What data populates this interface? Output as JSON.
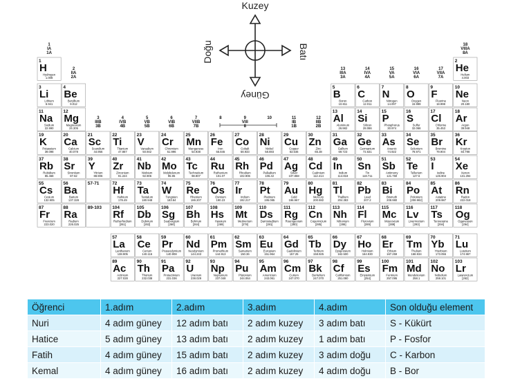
{
  "compass": {
    "north": "Kuzey",
    "south": "Güney",
    "east": "Batı",
    "west": "Doğu"
  },
  "group_labels": [
    {
      "col": 1,
      "lines": [
        "1",
        "IA",
        "1A"
      ]
    },
    {
      "col": 2,
      "lines": [
        "2",
        "IIA",
        "2A"
      ]
    },
    {
      "col": 3,
      "lines": [
        "3",
        "IIIB",
        "3B"
      ]
    },
    {
      "col": 4,
      "lines": [
        "4",
        "IVB",
        "4B"
      ]
    },
    {
      "col": 5,
      "lines": [
        "5",
        "VB",
        "5B"
      ]
    },
    {
      "col": 6,
      "lines": [
        "6",
        "VIB",
        "6B"
      ]
    },
    {
      "col": 7,
      "lines": [
        "7",
        "VIIB",
        "7B"
      ]
    },
    {
      "col": 8,
      "lines": [
        "8"
      ]
    },
    {
      "col": 9,
      "lines": [
        "9",
        "VIII",
        "8"
      ]
    },
    {
      "col": 10,
      "lines": [
        "10"
      ]
    },
    {
      "col": 11,
      "lines": [
        "11",
        "IB",
        "1B"
      ]
    },
    {
      "col": 12,
      "lines": [
        "12",
        "IIB",
        "2B"
      ]
    },
    {
      "col": 13,
      "lines": [
        "13",
        "IIIA",
        "3A"
      ]
    },
    {
      "col": 14,
      "lines": [
        "14",
        "IVA",
        "4A"
      ]
    },
    {
      "col": 15,
      "lines": [
        "15",
        "VA",
        "5A"
      ]
    },
    {
      "col": 16,
      "lines": [
        "16",
        "VIA",
        "6A"
      ]
    },
    {
      "col": 17,
      "lines": [
        "17",
        "VIIA",
        "7A"
      ]
    },
    {
      "col": 18,
      "lines": [
        "18",
        "VIIIA",
        "8A"
      ]
    }
  ],
  "placeholders": [
    {
      "row": 6,
      "col": 3,
      "text": "57-71"
    },
    {
      "row": 7,
      "col": 3,
      "text": "89-103"
    }
  ],
  "elements": [
    {
      "n": 1,
      "s": "H",
      "name": "Hydrogen",
      "m": "1.008",
      "row": 1,
      "col": 1
    },
    {
      "n": 2,
      "s": "He",
      "name": "Helium",
      "m": "4.003",
      "row": 1,
      "col": 18
    },
    {
      "n": 3,
      "s": "Li",
      "name": "Lithium",
      "m": "6.941",
      "row": 2,
      "col": 1
    },
    {
      "n": 4,
      "s": "Be",
      "name": "Beryllium",
      "m": "9.012",
      "row": 2,
      "col": 2
    },
    {
      "n": 5,
      "s": "B",
      "name": "Boron",
      "m": "10.811",
      "row": 2,
      "col": 13
    },
    {
      "n": 6,
      "s": "C",
      "name": "Carbon",
      "m": "12.011",
      "row": 2,
      "col": 14
    },
    {
      "n": 7,
      "s": "N",
      "name": "Nitrogen",
      "m": "14.007",
      "row": 2,
      "col": 15
    },
    {
      "n": 8,
      "s": "O",
      "name": "Oxygen",
      "m": "15.999",
      "row": 2,
      "col": 16
    },
    {
      "n": 9,
      "s": "F",
      "name": "Fluorine",
      "m": "18.998",
      "row": 2,
      "col": 17
    },
    {
      "n": 10,
      "s": "Ne",
      "name": "Neon",
      "m": "20.180",
      "row": 2,
      "col": 18
    },
    {
      "n": 11,
      "s": "Na",
      "name": "Sodium",
      "m": "22.990",
      "row": 3,
      "col": 1
    },
    {
      "n": 12,
      "s": "Mg",
      "name": "Magnesium",
      "m": "24.305",
      "row": 3,
      "col": 2
    },
    {
      "n": 13,
      "s": "Al",
      "name": "Aluminum",
      "m": "26.982",
      "row": 3,
      "col": 13
    },
    {
      "n": 14,
      "s": "Si",
      "name": "Silicon",
      "m": "28.086",
      "row": 3,
      "col": 14
    },
    {
      "n": 15,
      "s": "P",
      "name": "Phosphorus",
      "m": "30.974",
      "row": 3,
      "col": 15
    },
    {
      "n": 16,
      "s": "S",
      "name": "Sulfur",
      "m": "32.066",
      "row": 3,
      "col": 16
    },
    {
      "n": 17,
      "s": "Cl",
      "name": "Chlorine",
      "m": "35.453",
      "row": 3,
      "col": 17
    },
    {
      "n": 18,
      "s": "Ar",
      "name": "Argon",
      "m": "39.948",
      "row": 3,
      "col": 18
    },
    {
      "n": 19,
      "s": "K",
      "name": "Potassium",
      "m": "39.098",
      "row": 4,
      "col": 1
    },
    {
      "n": 20,
      "s": "Ca",
      "name": "Calcium",
      "m": "40.078",
      "row": 4,
      "col": 2
    },
    {
      "n": 21,
      "s": "Sc",
      "name": "Scandium",
      "m": "44.956",
      "row": 4,
      "col": 3
    },
    {
      "n": 22,
      "s": "Ti",
      "name": "Titanium",
      "m": "47.867",
      "row": 4,
      "col": 4
    },
    {
      "n": 23,
      "s": "V",
      "name": "Vanadium",
      "m": "50.942",
      "row": 4,
      "col": 5
    },
    {
      "n": 24,
      "s": "Cr",
      "name": "Chromium",
      "m": "51.996",
      "row": 4,
      "col": 6
    },
    {
      "n": 25,
      "s": "Mn",
      "name": "Manganese",
      "m": "54.938",
      "row": 4,
      "col": 7
    },
    {
      "n": 26,
      "s": "Fe",
      "name": "Iron",
      "m": "55.845",
      "row": 4,
      "col": 8
    },
    {
      "n": 27,
      "s": "Co",
      "name": "Cobalt",
      "m": "58.933",
      "row": 4,
      "col": 9
    },
    {
      "n": 28,
      "s": "Ni",
      "name": "Nickel",
      "m": "58.693",
      "row": 4,
      "col": 10
    },
    {
      "n": 29,
      "s": "Cu",
      "name": "Copper",
      "m": "63.546",
      "row": 4,
      "col": 11
    },
    {
      "n": 30,
      "s": "Zn",
      "name": "Zinc",
      "m": "65.38",
      "row": 4,
      "col": 12
    },
    {
      "n": 31,
      "s": "Ga",
      "name": "Gallium",
      "m": "69.723",
      "row": 4,
      "col": 13
    },
    {
      "n": 32,
      "s": "Ge",
      "name": "Germanium",
      "m": "72.631",
      "row": 4,
      "col": 14
    },
    {
      "n": 33,
      "s": "As",
      "name": "Arsenic",
      "m": "74.922",
      "row": 4,
      "col": 15
    },
    {
      "n": 34,
      "s": "Se",
      "name": "Selenium",
      "m": "78.971",
      "row": 4,
      "col": 16
    },
    {
      "n": 35,
      "s": "Br",
      "name": "Bromine",
      "m": "79.904",
      "row": 4,
      "col": 17
    },
    {
      "n": 36,
      "s": "Kr",
      "name": "Krypton",
      "m": "84.798",
      "row": 4,
      "col": 18
    },
    {
      "n": 37,
      "s": "Rb",
      "name": "Rubidium",
      "m": "85.468",
      "row": 5,
      "col": 1
    },
    {
      "n": 38,
      "s": "Sr",
      "name": "Strontium",
      "m": "87.62",
      "row": 5,
      "col": 2
    },
    {
      "n": 39,
      "s": "Y",
      "name": "Yttrium",
      "m": "88.906",
      "row": 5,
      "col": 3
    },
    {
      "n": 40,
      "s": "Zr",
      "name": "Zirconium",
      "m": "91.224",
      "row": 5,
      "col": 4
    },
    {
      "n": 41,
      "s": "Nb",
      "name": "Niobium",
      "m": "92.906",
      "row": 5,
      "col": 5
    },
    {
      "n": 42,
      "s": "Mo",
      "name": "Molybdenum",
      "m": "95.95",
      "row": 5,
      "col": 6
    },
    {
      "n": 43,
      "s": "Tc",
      "name": "Technetium",
      "m": "98.907",
      "row": 5,
      "col": 7
    },
    {
      "n": 44,
      "s": "Ru",
      "name": "Ruthenium",
      "m": "101.07",
      "row": 5,
      "col": 8
    },
    {
      "n": 45,
      "s": "Rh",
      "name": "Rhodium",
      "m": "102.906",
      "row": 5,
      "col": 9
    },
    {
      "n": 46,
      "s": "Pd",
      "name": "Palladium",
      "m": "106.42",
      "row": 5,
      "col": 10
    },
    {
      "n": 47,
      "s": "Ag",
      "name": "Silver",
      "m": "107.868",
      "row": 5,
      "col": 11
    },
    {
      "n": 48,
      "s": "Cd",
      "name": "Cadmium",
      "m": "112.414",
      "row": 5,
      "col": 12
    },
    {
      "n": 49,
      "s": "In",
      "name": "Indium",
      "m": "114.818",
      "row": 5,
      "col": 13
    },
    {
      "n": 50,
      "s": "Sn",
      "name": "Tin",
      "m": "118.711",
      "row": 5,
      "col": 14
    },
    {
      "n": 51,
      "s": "Sb",
      "name": "Antimony",
      "m": "121.760",
      "row": 5,
      "col": 15
    },
    {
      "n": 52,
      "s": "Te",
      "name": "Tellurium",
      "m": "127.6",
      "row": 5,
      "col": 16
    },
    {
      "n": 53,
      "s": "I",
      "name": "Iodine",
      "m": "126.904",
      "row": 5,
      "col": 17
    },
    {
      "n": 54,
      "s": "Xe",
      "name": "Xenon",
      "m": "131.294",
      "row": 5,
      "col": 18
    },
    {
      "n": 55,
      "s": "Cs",
      "name": "Cesium",
      "m": "132.905",
      "row": 6,
      "col": 1
    },
    {
      "n": 56,
      "s": "Ba",
      "name": "Barium",
      "m": "137.328",
      "row": 6,
      "col": 2
    },
    {
      "n": 72,
      "s": "Hf",
      "name": "Hafnium",
      "m": "178.49",
      "row": 6,
      "col": 4
    },
    {
      "n": 73,
      "s": "Ta",
      "name": "Tantalum",
      "m": "180.948",
      "row": 6,
      "col": 5
    },
    {
      "n": 74,
      "s": "W",
      "name": "Tungsten",
      "m": "183.84",
      "row": 6,
      "col": 6
    },
    {
      "n": 75,
      "s": "Re",
      "name": "Rhenium",
      "m": "186.207",
      "row": 6,
      "col": 7
    },
    {
      "n": 76,
      "s": "Os",
      "name": "Osmium",
      "m": "190.23",
      "row": 6,
      "col": 8
    },
    {
      "n": 77,
      "s": "Ir",
      "name": "Iridium",
      "m": "192.217",
      "row": 6,
      "col": 9
    },
    {
      "n": 78,
      "s": "Pt",
      "name": "Platinum",
      "m": "195.085",
      "row": 6,
      "col": 10
    },
    {
      "n": 79,
      "s": "Au",
      "name": "Gold",
      "m": "196.967",
      "row": 6,
      "col": 11
    },
    {
      "n": 80,
      "s": "Hg",
      "name": "Mercury",
      "m": "200.592",
      "row": 6,
      "col": 12
    },
    {
      "n": 81,
      "s": "Tl",
      "name": "Thallium",
      "m": "204.383",
      "row": 6,
      "col": 13
    },
    {
      "n": 82,
      "s": "Pb",
      "name": "Lead",
      "m": "207.2",
      "row": 6,
      "col": 14
    },
    {
      "n": 83,
      "s": "Bi",
      "name": "Bismuth",
      "m": "208.980",
      "row": 6,
      "col": 15
    },
    {
      "n": 84,
      "s": "Po",
      "name": "Polonium",
      "m": "[208.982]",
      "row": 6,
      "col": 16
    },
    {
      "n": 85,
      "s": "At",
      "name": "Astatine",
      "m": "209.987",
      "row": 6,
      "col": 17
    },
    {
      "n": 86,
      "s": "Rn",
      "name": "Radon",
      "m": "222.018",
      "row": 6,
      "col": 18
    },
    {
      "n": 87,
      "s": "Fr",
      "name": "Francium",
      "m": "223.020",
      "row": 7,
      "col": 1
    },
    {
      "n": 88,
      "s": "Ra",
      "name": "Radium",
      "m": "226.025",
      "row": 7,
      "col": 2
    },
    {
      "n": 104,
      "s": "Rf",
      "name": "Rutherfordium",
      "m": "[261]",
      "row": 7,
      "col": 4
    },
    {
      "n": 105,
      "s": "Db",
      "name": "Dubnium",
      "m": "[262]",
      "row": 7,
      "col": 5
    },
    {
      "n": 106,
      "s": "Sg",
      "name": "Seaborgium",
      "m": "[266]",
      "row": 7,
      "col": 6
    },
    {
      "n": 107,
      "s": "Bh",
      "name": "Bohrium",
      "m": "[264]",
      "row": 7,
      "col": 7
    },
    {
      "n": 108,
      "s": "Hs",
      "name": "Hassium",
      "m": "[269]",
      "row": 7,
      "col": 8
    },
    {
      "n": 109,
      "s": "Mt",
      "name": "Meitnerium",
      "m": "[278]",
      "row": 7,
      "col": 9
    },
    {
      "n": 110,
      "s": "Ds",
      "name": "Darmstadtium",
      "m": "[281]",
      "row": 7,
      "col": 10
    },
    {
      "n": 111,
      "s": "Rg",
      "name": "Roentgenium",
      "m": "[280]",
      "row": 7,
      "col": 11
    },
    {
      "n": 112,
      "s": "Cn",
      "name": "Copernicium",
      "m": "[285]",
      "row": 7,
      "col": 12
    },
    {
      "n": 113,
      "s": "Nh",
      "name": "Nihonium",
      "m": "[286]",
      "row": 7,
      "col": 13
    },
    {
      "n": 114,
      "s": "Fl",
      "name": "Flerovium",
      "m": "[289]",
      "row": 7,
      "col": 14
    },
    {
      "n": 115,
      "s": "Mc",
      "name": "Moscovium",
      "m": "[289]",
      "row": 7,
      "col": 15
    },
    {
      "n": 116,
      "s": "Lv",
      "name": "Livermorium",
      "m": "[293]",
      "row": 7,
      "col": 16
    },
    {
      "n": 117,
      "s": "Ts",
      "name": "Tennessine",
      "m": "[294]",
      "row": 7,
      "col": 17
    },
    {
      "n": 118,
      "s": "Og",
      "name": "Oganesson",
      "m": "[294]",
      "row": 7,
      "col": 18
    },
    {
      "n": 57,
      "s": "La",
      "name": "Lanthanum",
      "m": "138.905",
      "row": 9,
      "col": 4
    },
    {
      "n": 58,
      "s": "Ce",
      "name": "Cerium",
      "m": "140.116",
      "row": 9,
      "col": 5
    },
    {
      "n": 59,
      "s": "Pr",
      "name": "Praseodymium",
      "m": "140.908",
      "row": 9,
      "col": 6
    },
    {
      "n": 60,
      "s": "Nd",
      "name": "Neodymium",
      "m": "144.243",
      "row": 9,
      "col": 7
    },
    {
      "n": 61,
      "s": "Pm",
      "name": "Promethium",
      "m": "144.913",
      "row": 9,
      "col": 8
    },
    {
      "n": 62,
      "s": "Sm",
      "name": "Samarium",
      "m": "150.36",
      "row": 9,
      "col": 9
    },
    {
      "n": 63,
      "s": "Eu",
      "name": "Europium",
      "m": "151.964",
      "row": 9,
      "col": 10
    },
    {
      "n": 64,
      "s": "Gd",
      "name": "Gadolinium",
      "m": "157.25",
      "row": 9,
      "col": 11
    },
    {
      "n": 65,
      "s": "Tb",
      "name": "Terbium",
      "m": "158.925",
      "row": 9,
      "col": 12
    },
    {
      "n": 66,
      "s": "Dy",
      "name": "Dysprosium",
      "m": "162.500",
      "row": 9,
      "col": 13
    },
    {
      "n": 67,
      "s": "Ho",
      "name": "Holmium",
      "m": "164.930",
      "row": 9,
      "col": 14
    },
    {
      "n": 68,
      "s": "Er",
      "name": "Erbium",
      "m": "167.259",
      "row": 9,
      "col": 15
    },
    {
      "n": 69,
      "s": "Tm",
      "name": "Thulium",
      "m": "168.934",
      "row": 9,
      "col": 16
    },
    {
      "n": 70,
      "s": "Yb",
      "name": "Ytterbium",
      "m": "173.055",
      "row": 9,
      "col": 17
    },
    {
      "n": 71,
      "s": "Lu",
      "name": "Lutetium",
      "m": "174.967",
      "row": 9,
      "col": 18
    },
    {
      "n": 89,
      "s": "Ac",
      "name": "Actinium",
      "m": "227.028",
      "row": 10,
      "col": 4
    },
    {
      "n": 90,
      "s": "Th",
      "name": "Thorium",
      "m": "232.038",
      "row": 10,
      "col": 5
    },
    {
      "n": 91,
      "s": "Pa",
      "name": "Protactinium",
      "m": "231.036",
      "row": 10,
      "col": 6
    },
    {
      "n": 92,
      "s": "U",
      "name": "Uranium",
      "m": "238.029",
      "row": 10,
      "col": 7
    },
    {
      "n": 93,
      "s": "Np",
      "name": "Neptunium",
      "m": "237.048",
      "row": 10,
      "col": 8
    },
    {
      "n": 94,
      "s": "Pu",
      "name": "Plutonium",
      "m": "244.064",
      "row": 10,
      "col": 9
    },
    {
      "n": 95,
      "s": "Am",
      "name": "Americium",
      "m": "243.061",
      "row": 10,
      "col": 10
    },
    {
      "n": 96,
      "s": "Cm",
      "name": "Curium",
      "m": "247.070",
      "row": 10,
      "col": 11
    },
    {
      "n": 97,
      "s": "Bk",
      "name": "Berkelium",
      "m": "247.070",
      "row": 10,
      "col": 12
    },
    {
      "n": 98,
      "s": "Cf",
      "name": "Californium",
      "m": "251.080",
      "row": 10,
      "col": 13
    },
    {
      "n": 99,
      "s": "Es",
      "name": "Einsteinium",
      "m": "[254]",
      "row": 10,
      "col": 14
    },
    {
      "n": 100,
      "s": "Fm",
      "name": "Fermium",
      "m": "257.095",
      "row": 10,
      "col": 15
    },
    {
      "n": 101,
      "s": "Md",
      "name": "Mendelevium",
      "m": "258.1",
      "row": 10,
      "col": 16
    },
    {
      "n": 102,
      "s": "No",
      "name": "Nobelium",
      "m": "259.101",
      "row": 10,
      "col": 17
    },
    {
      "n": 103,
      "s": "Lr",
      "name": "Lawrencium",
      "m": "[262]",
      "row": 10,
      "col": 18
    }
  ],
  "activity_table": {
    "headers": [
      "Öğrenci",
      "1.adım",
      "2.adım",
      "3.adım",
      "4.adım",
      "Son olduğu element"
    ],
    "rows": [
      [
        "Nuri",
        "4 adım güney",
        "12 adım batı",
        "2 adım kuzey",
        "3 adım batı",
        "S - Kükürt"
      ],
      [
        "Hatice",
        "5 adım güney",
        "13 adım batı",
        "2 adım kuzey",
        "1 adım batı",
        "P - Fosfor"
      ],
      [
        "Fatih",
        "4 adım güney",
        "15 adım batı",
        "2 adım kuzey",
        "3 adım doğu",
        "C - Karbon"
      ],
      [
        "Kemal",
        "4 adım güney",
        "16 adım batı",
        "2 adım kuzey",
        "4 adım doğu",
        "B - Bor"
      ]
    ]
  },
  "colors": {
    "table_header": "#4dc6ee",
    "table_row": "#d9f1fb",
    "table_row_alt": "#eaf8fd",
    "cell_border": "#9a9a9a"
  }
}
